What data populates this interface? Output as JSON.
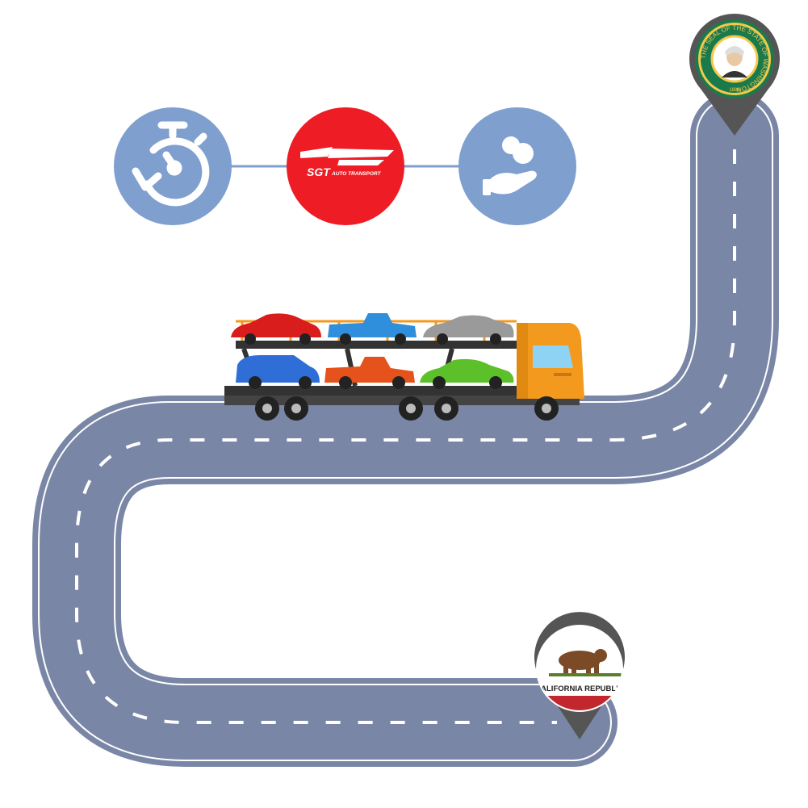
{
  "logo": {
    "brand": "SGT",
    "tagline": "AUTO TRANSPORT"
  },
  "destination_seal": {
    "ring_text": "THE SEAL OF THE STATE OF WASHINGTON",
    "year": "1889"
  },
  "origin_flag": {
    "text": "CALIFORNIA REPUBLIC"
  },
  "icons": {
    "left": "stopwatch-icon",
    "right": "hand-coin-icon"
  },
  "colors": {
    "road": "#7a86a6",
    "road_edge": "#ffffff",
    "badge": "#7f9fcf",
    "brand_red": "#ee1c24",
    "truck_cab": "#f39a1e",
    "seal_green": "#1b7a4c",
    "pin": "#555555"
  },
  "truck": {
    "cars": [
      "red-coupe",
      "blue-pickup",
      "silver-sedan",
      "blue-suv",
      "orange-pickup",
      "green-coupe"
    ]
  }
}
